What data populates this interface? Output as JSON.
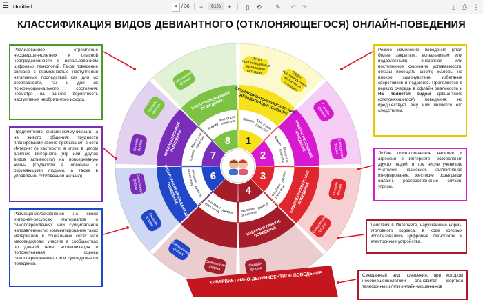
{
  "toolbar": {
    "title": "Untitled",
    "page_current": "8",
    "page_total": "/ 36",
    "zoom_out": "−",
    "zoom": "61%",
    "zoom_in": "+"
  },
  "colors": {
    "green": "#7cc243",
    "yellow": "#f5e21a",
    "magenta": "#d71ad0",
    "red": "#e0262e",
    "darkred": "#a51c2a",
    "blue": "#1f47c8",
    "purple": "#7a2db8",
    "darkpurple": "#5b1f8f"
  },
  "poster": {
    "title": "КЛАССИФИКАЦИЯ ВИДОВ ДЕВИАНТНОГО (ОТКЛОНЯЮЩЕГОСЯ) ОНЛАЙН-ПОВЕДЕНИЯ",
    "boxes": {
      "b1": "Реализованное стремление несовершеннолетних к опасной неопределенности с использованием цифровых технологий. Такое поведение связано с возможностью наступления негативных последствий как для их безопасности, так и для их психоэмоционального состояния, несмотря на раннее вероятность наступления необратимого исхода.",
      "b2_pre": "Резкое изменение поведения (стал более закрытым, вспыльчивым или подавленным), внезапное или постепенное снижение успеваемости, отказы посещать школу, жалобы на плохое самочувствие, избегание сверстников и педагогов. Проявляется в первую очередь в офлайн реальности и ",
      "b2_bold": "НЕ является видом",
      "b2_post": " девиантного (отклоняющегося) поведения, но предшествует ему или является его следствием.",
      "b3": "Предпочтение онлайн-коммуникации, а не живого общения; трудности планирования своего пребывания в сети Интернет (в частности, в игре); в целом влияние Интернета (игр или других видов активности) на повседневную жизнь (трудности в общении с окружающими людьми, а также в управлении собственной жизнью).",
      "b4": "Любое психологическое насилие и агрессия в Интернете, оскорбления других людей, в том числе учеников/учителей, насмешки, коллективное игнорирование, жестокие розыгрыши онлайн, распространение слухов, угрозы.",
      "b5": "Размещение/сохранение на своих интернет-ресурсах материалов о самоповреждениях или суицидальной направленности; комментирование таких материалов в социальных сетях или мессенджерах; участие в сообществах по данной теме; нормализация и положительная оценка самоповреждающего или суицидального поведения.",
      "b6": "Действия в Интернете, нарушающие нормы Уголовного кодекса, в ходе которых использовались цифровые технологии и электронные устройства.",
      "b7": "Смешанный вид поведения, при котором несовершеннолетний становится жертвой телефонных и/или онлайн-мошенников"
    },
    "sectors": {
      "s1": "СОЦИАЛЬНО-ПСИХОЛОГИЧЕСКАЯ ДЕЗАДАПТАЦИЯ (ОФЛАЙН)",
      "s2": "КИБЕРАГРЕССИВНОЕ ПОВЕДЕНИЕ",
      "s3": "КИБЕРДЕЛИНКВЕНТНОЕ ПОВЕДЕНИЕ",
      "s4": "КИБЕРВИКТИМНОЕ ПОВЕДЕНИЕ",
      "s6": "КИБЕРСАМОПОВРЕЖДАЮЩЕЕ ПОВЕДЕНИЕ",
      "s7": "КИБЕРЗАВИСИМОЕ ПОВЕДЕНИЕ",
      "s8": "КИБЕРРИСКОВАННОЕ ПОВЕДЕНИЕ"
    },
    "outer": {
      "easy": "Легко прогнозируемые жизненные ситуации",
      "hard": "Трудно прогнозируемые жизненные ситуации",
      "online": "Онлайн форма",
      "mixed": "Смешанная форма"
    },
    "numbers": [
      "1",
      "2",
      "3",
      "4",
      "6",
      "7",
      "8"
    ],
    "inner": {
      "see": "Я вижу",
      "told": "Мне стало известно"
    },
    "bottom_banner": "КИБЕРВИКТИМНО-ДЕЛИНКВЕНТНОЕ ПОВЕДЕНИЕ"
  }
}
